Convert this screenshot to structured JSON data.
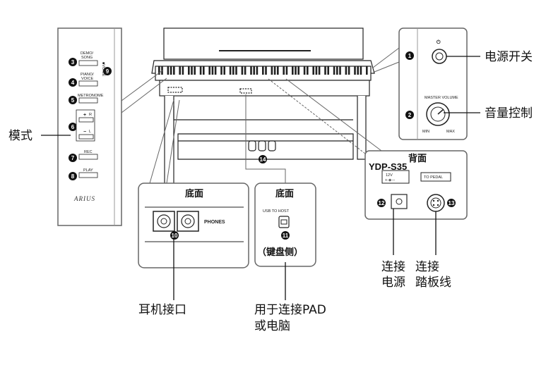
{
  "callouts": {
    "power_switch": "电源开关",
    "volume_control": "音量控制",
    "mode": "模式",
    "headphone_jack": "耳机接口",
    "usb_pc_line1": "用于连接PAD",
    "usb_pc_line2": "或电脑",
    "power_conn_line1": "连接",
    "power_conn_line2": "电源",
    "pedal_conn_line1": "连接",
    "pedal_conn_line2": "踏板线"
  },
  "panels": {
    "bottom_left_title": "底面",
    "bottom_mid_title": "底面",
    "keyboard_side": "（键盘侧）",
    "back_title": "背面",
    "model": "YDP-S35"
  },
  "control_panel": {
    "demo_song": [
      "DEMO/",
      "SONG"
    ],
    "piano_voice": [
      "PIANO/",
      "VOICE"
    ],
    "metronome": "METRONOME",
    "plus": "+",
    "minus": "−",
    "r_label": "R",
    "l_label": "L",
    "rec": "REC",
    "play": "PLAY",
    "logo": "ARIUS",
    "side_label": "■VOICE"
  },
  "power_panel": {
    "power_icon": "⏻",
    "master_volume": "MASTER VOLUME",
    "min": "MIN",
    "max": "MAX"
  },
  "ports": {
    "phones": "PHONES",
    "usb_to_host": "USB TO HOST",
    "dc_12v": "12V",
    "dc_symbol": "+-◈-−",
    "to_pedal": "TO PEDAL"
  },
  "numbers": {
    "n1": "1",
    "n2": "2",
    "n3": "3",
    "n4": "4",
    "n5": "5",
    "n6": "6",
    "n7": "7",
    "n8": "8",
    "n9": "9",
    "n10": "10",
    "n11": "11",
    "n12": "12",
    "n13": "13",
    "n14": "14"
  }
}
